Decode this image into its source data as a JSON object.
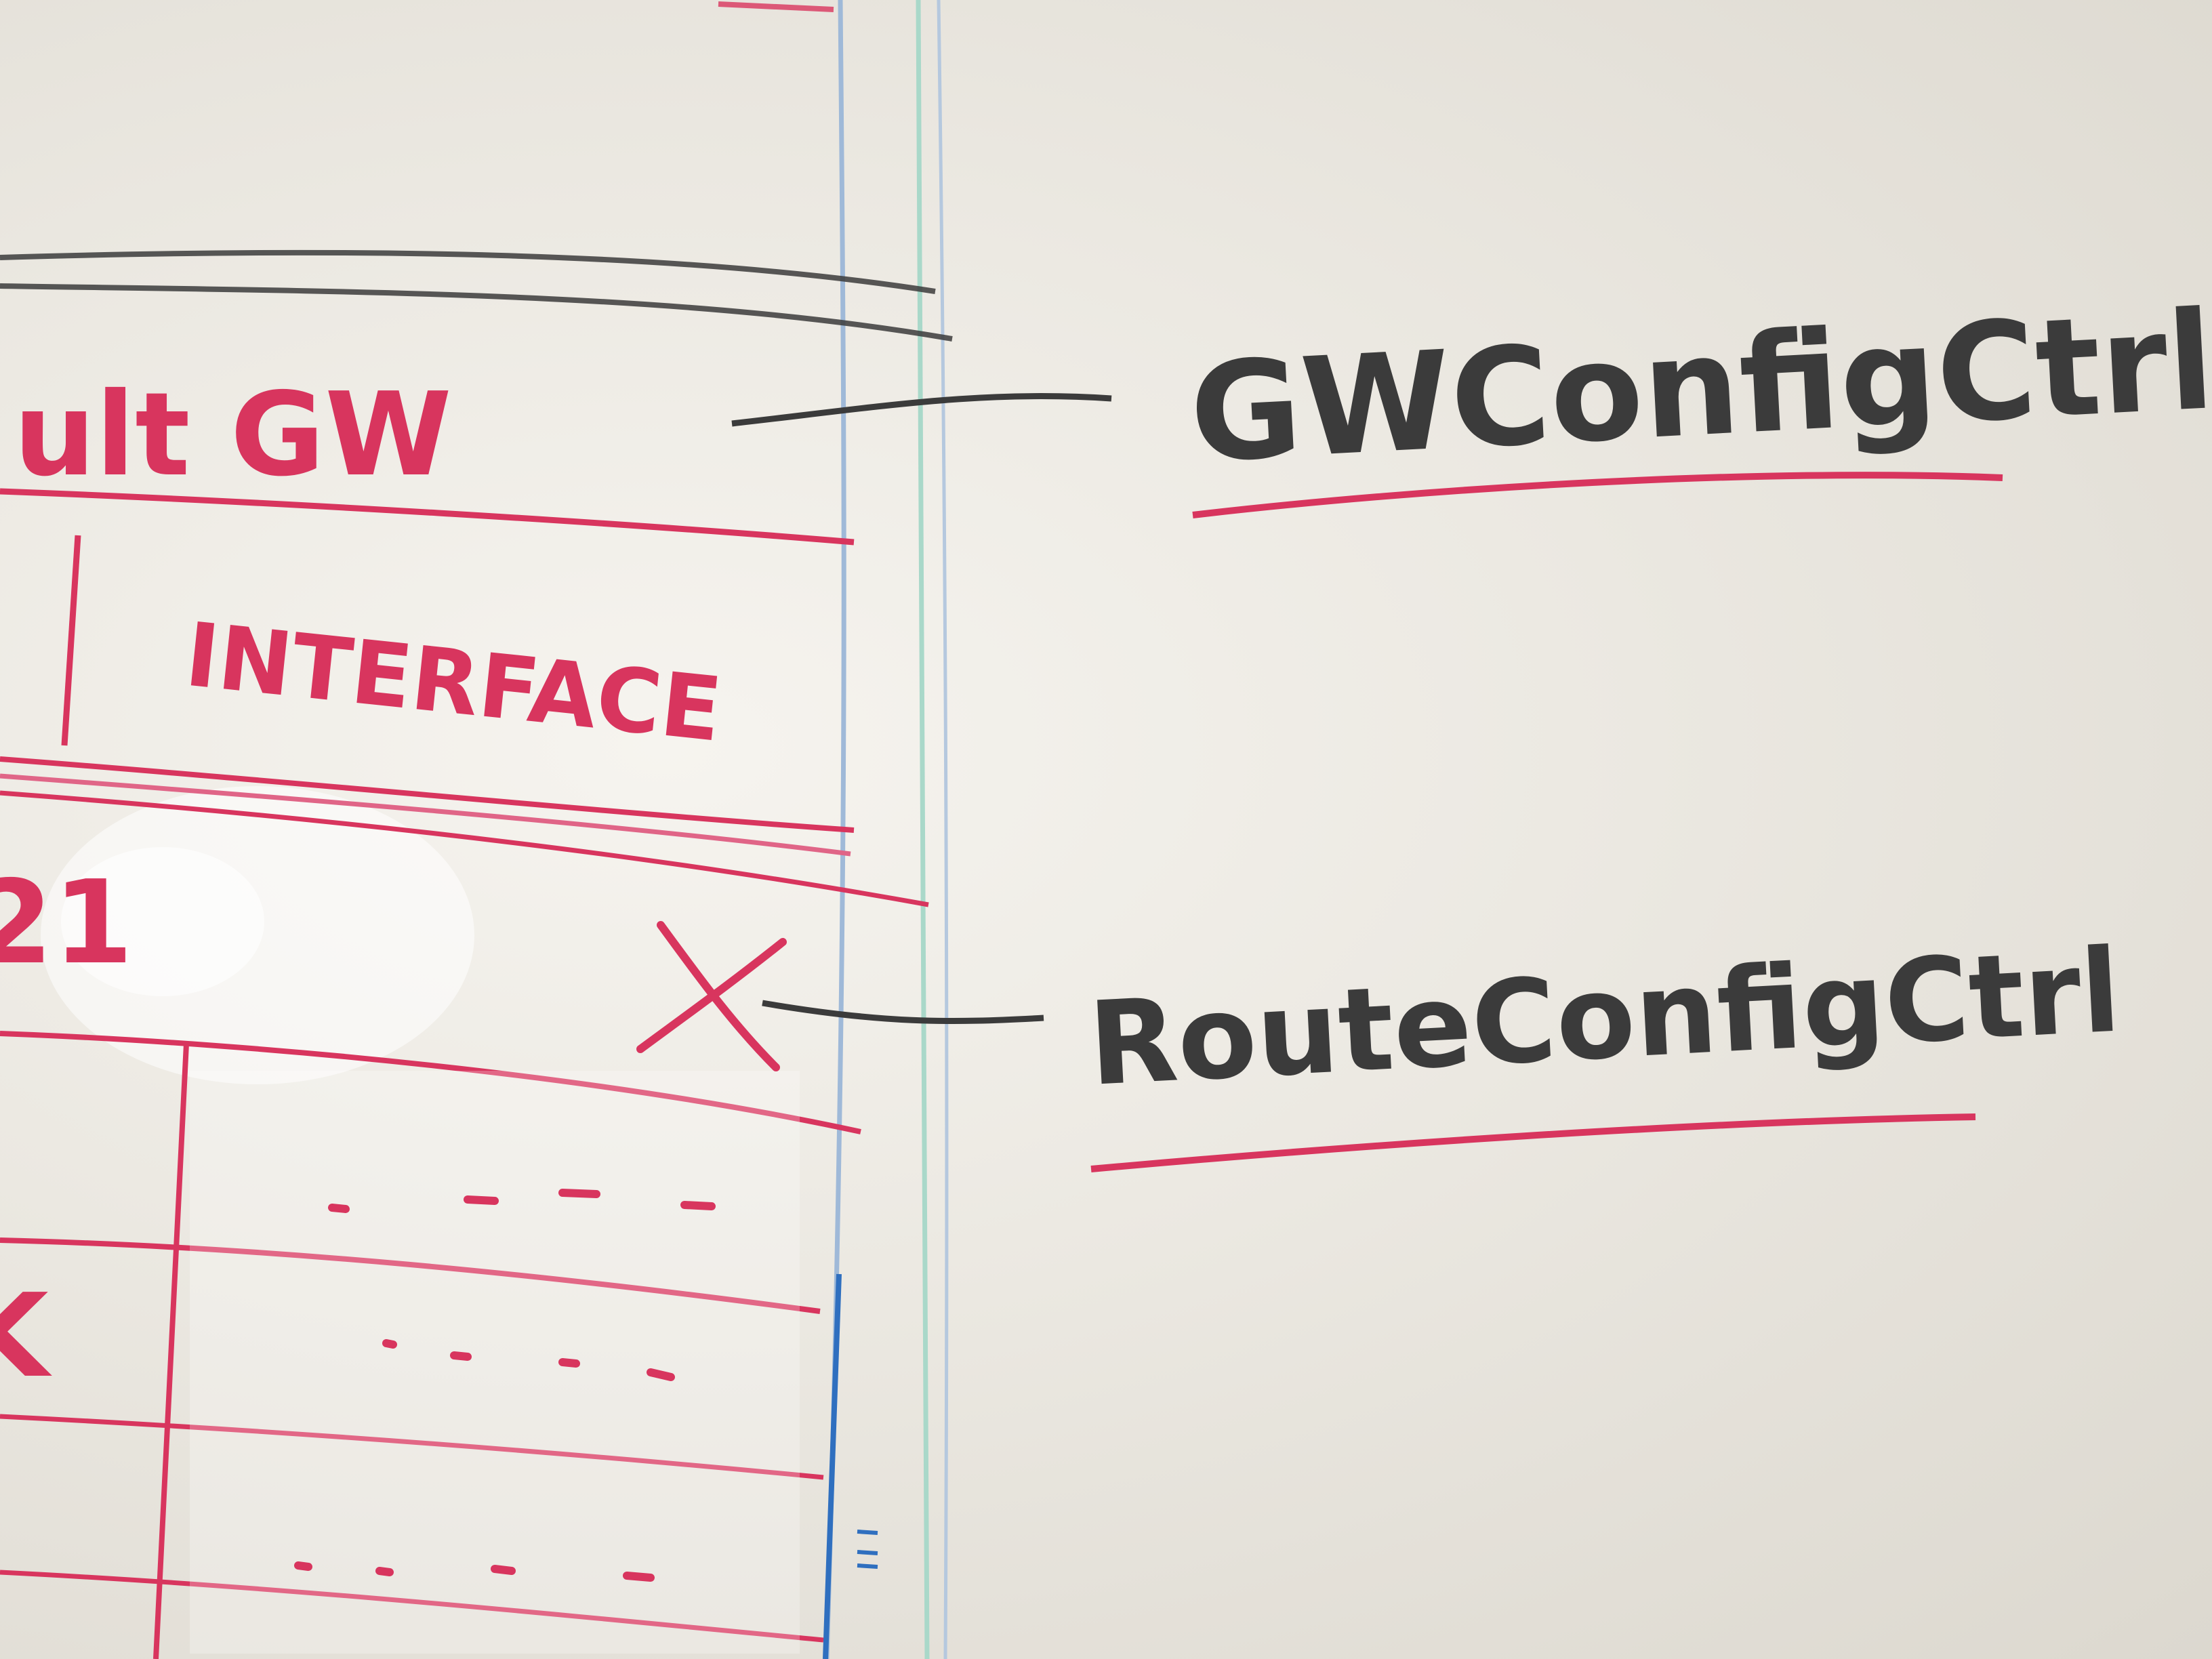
{
  "left_table": {
    "header_partial": "ult GW",
    "column_label": "INTERFACE",
    "row_partial": "21",
    "row_marker": "X",
    "row_marker_left": "K"
  },
  "right_labels": {
    "label_1": "GWConfigCtrl",
    "label_2": "RouteConfigCtrl"
  },
  "colors": {
    "board": "#f1efe9",
    "red_marker": "#d8355e",
    "black_marker": "#3b3b3b",
    "blue_marker": "#9fb9d8",
    "green_marker": "#a9d8c9"
  }
}
